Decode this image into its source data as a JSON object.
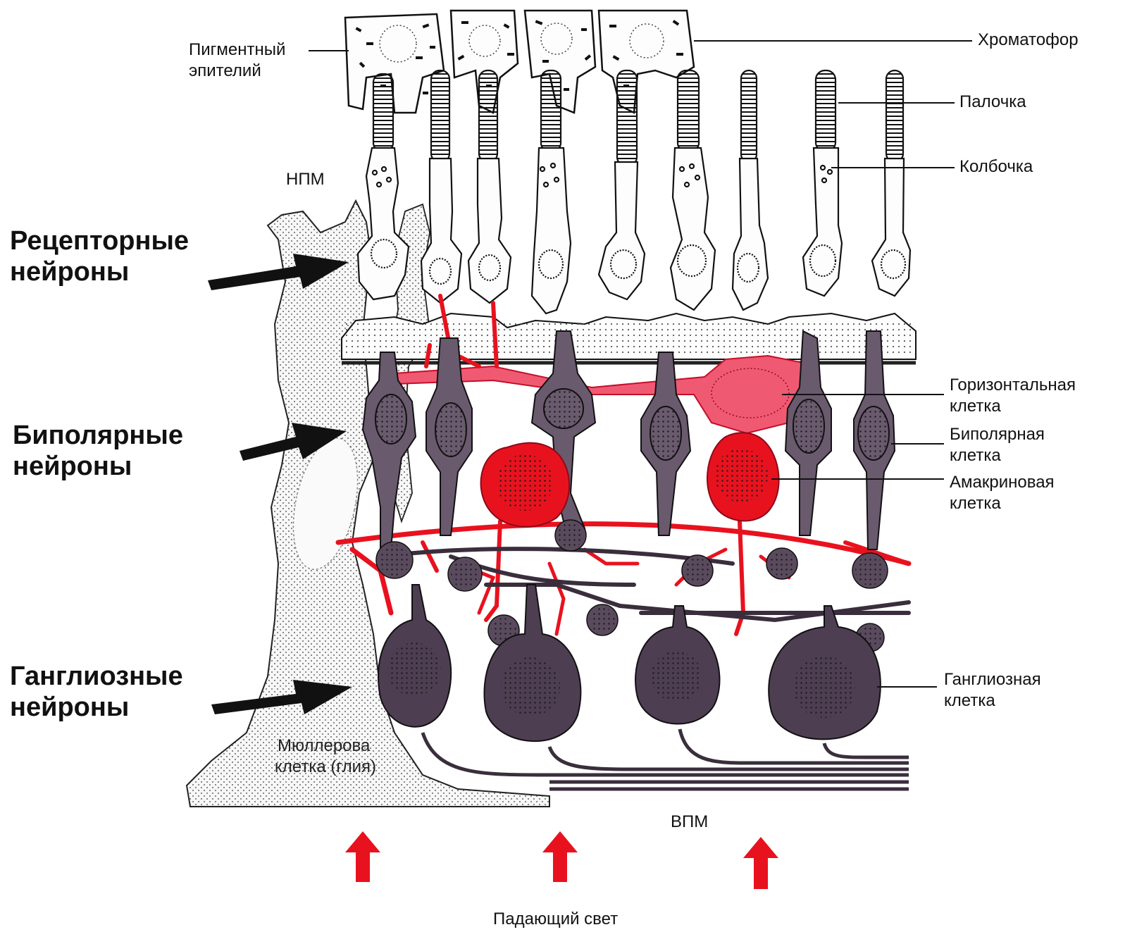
{
  "labels": {
    "receptor_neurons": [
      "Рецепторные",
      "нейроны"
    ],
    "bipolar_neurons": [
      "Биполярные",
      "нейроны"
    ],
    "ganglion_neurons": [
      "Ганглиозные",
      "нейроны"
    ],
    "pigment_epithelium": [
      "Пигментный",
      "эпителий"
    ],
    "chromatophore": "Хроматофор",
    "rod": "Палочка",
    "cone": "Колбочка",
    "npm": "НПМ",
    "horizontal_cell": [
      "Горизонтальная",
      "клетка"
    ],
    "bipolar_cell": [
      "Биполярная",
      "клетка"
    ],
    "amacrine_cell": [
      "Амакриновая",
      "клетка"
    ],
    "ganglion_cell": [
      "Ганглиозная",
      "клетка"
    ],
    "muller_cell": [
      "Мюллерова",
      "клетка (глия)"
    ],
    "vpm": "ВПМ",
    "incident_light": "Падающий свет"
  },
  "colors": {
    "red": "#e8121e",
    "pink": "#ef5a72",
    "dark_cell": "#5a4a5d",
    "darker_cell": "#4a3a4e",
    "stipple": "#f2f2f2"
  }
}
